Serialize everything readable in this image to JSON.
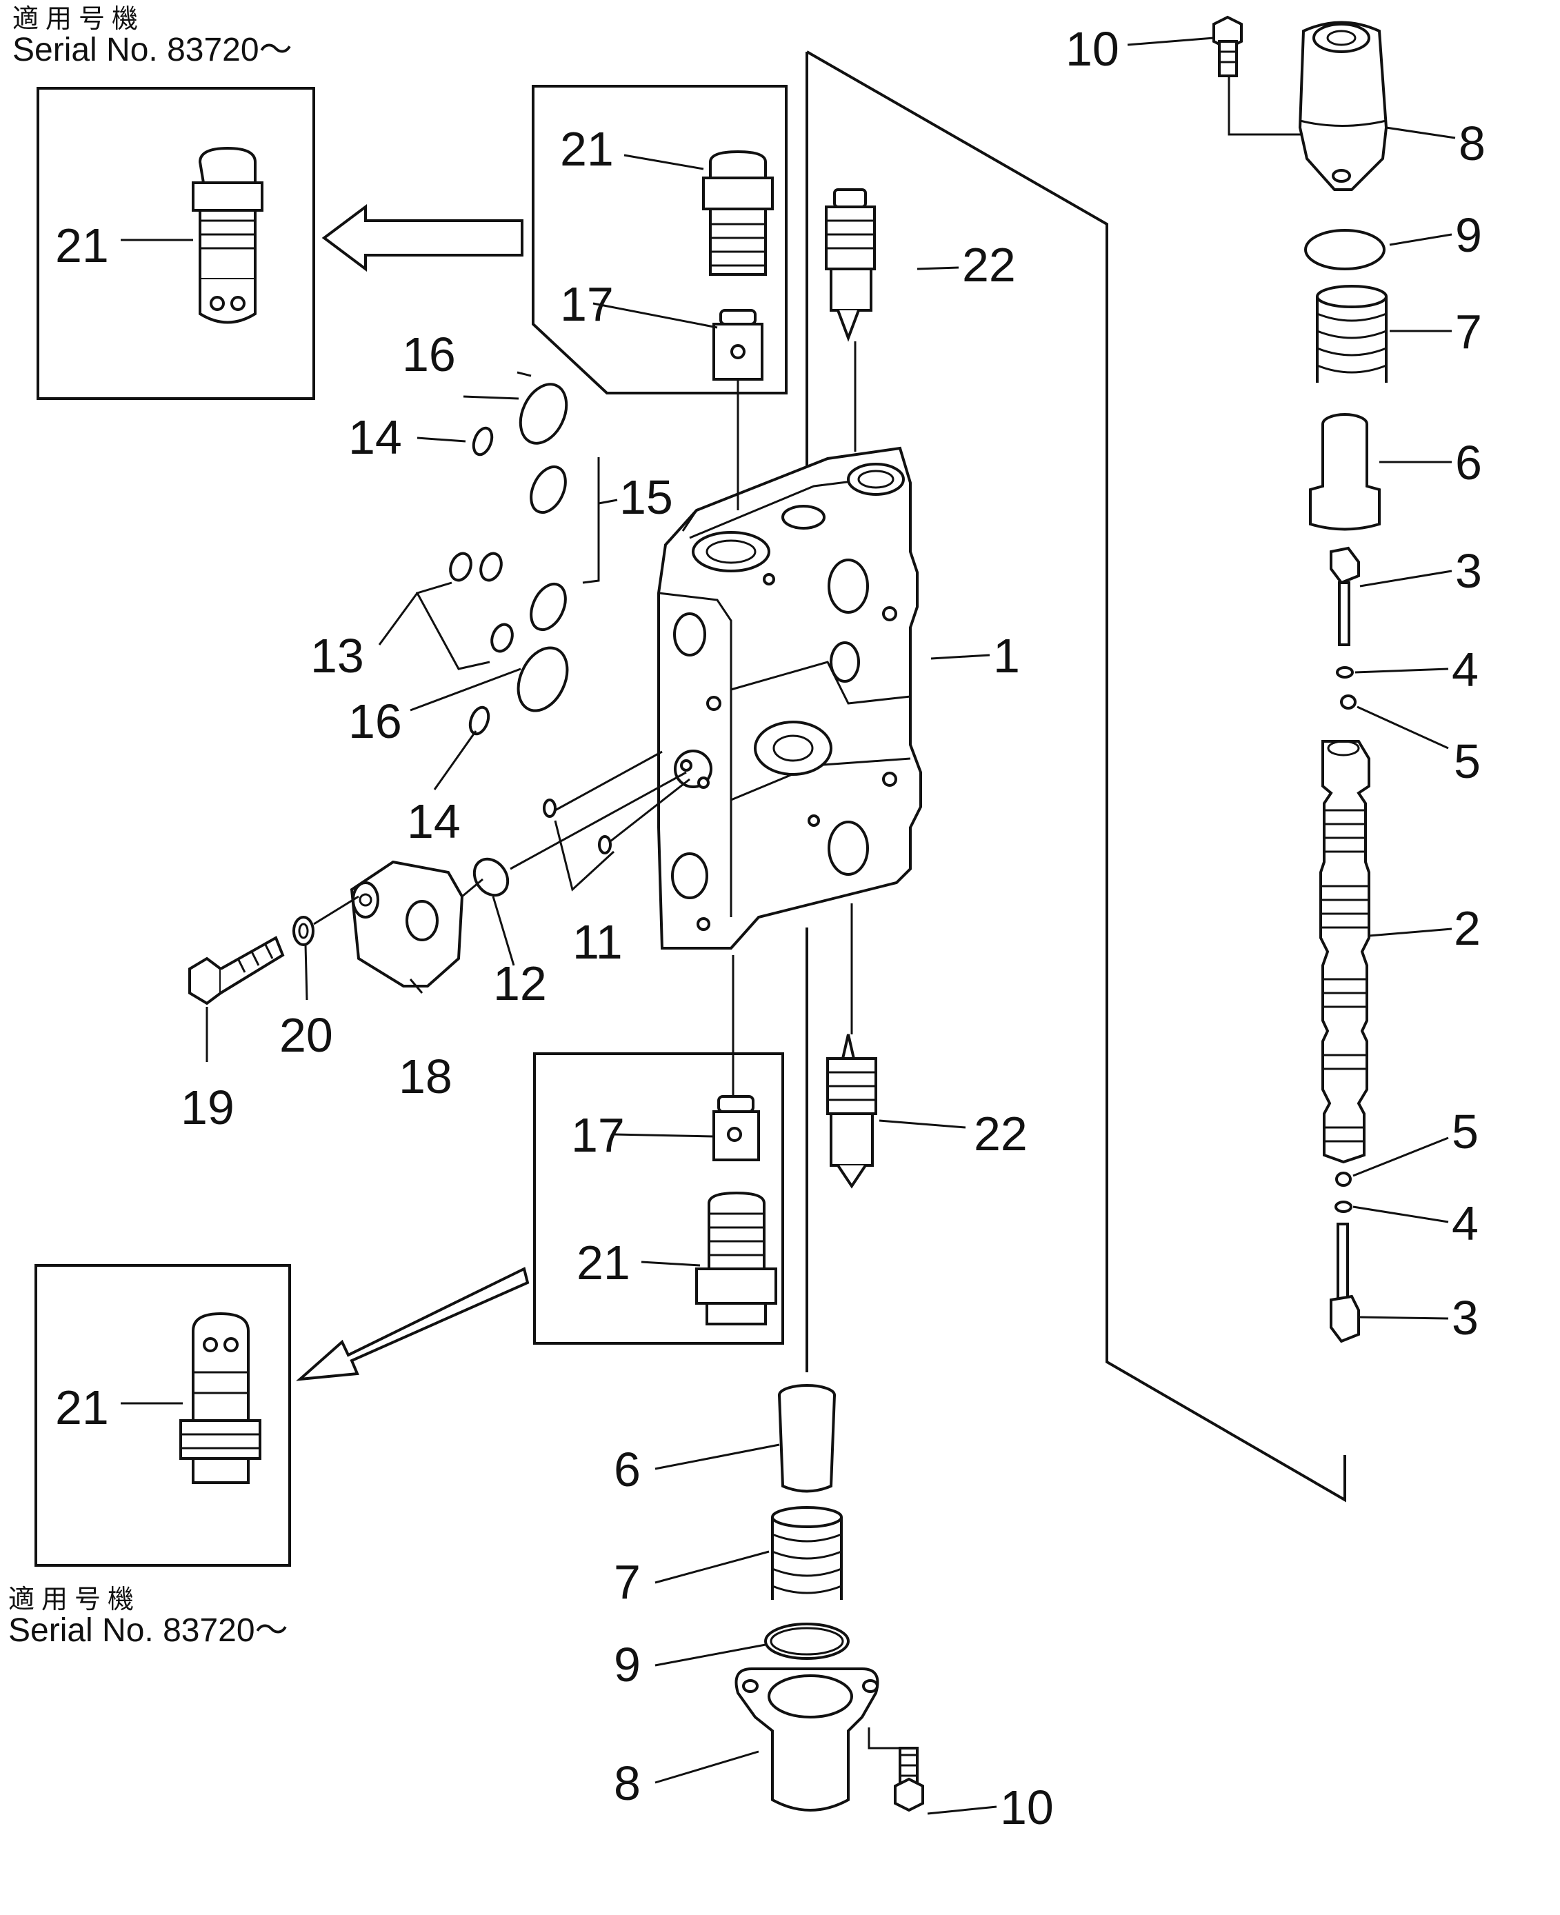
{
  "serial_note_top": {
    "applicable": "適用号機",
    "serial": "Serial No. 83720～"
  },
  "serial_note_bottom": {
    "applicable": "適用号機",
    "serial": "Serial No. 83720～"
  },
  "labels": {
    "l1": "1",
    "l2": "2",
    "l3a": "3",
    "l3b": "3",
    "l4a": "4",
    "l4b": "4",
    "l5a": "5",
    "l5b": "5",
    "l6a": "6",
    "l6b": "6",
    "l7a": "7",
    "l7b": "7",
    "l8a": "8",
    "l8b": "8",
    "l9a": "9",
    "l9b": "9",
    "l10a": "10",
    "l10b": "10",
    "l11": "11",
    "l12": "12",
    "l13": "13",
    "l14a": "14",
    "l14b": "14",
    "l15": "15",
    "l16a": "16",
    "l16b": "16",
    "l17a": "17",
    "l17b": "17",
    "l18": "18",
    "l19": "19",
    "l20": "20",
    "l21a": "21",
    "l21b": "21",
    "l21c": "21",
    "l21d": "21",
    "l22a": "22",
    "l22b": "22"
  }
}
